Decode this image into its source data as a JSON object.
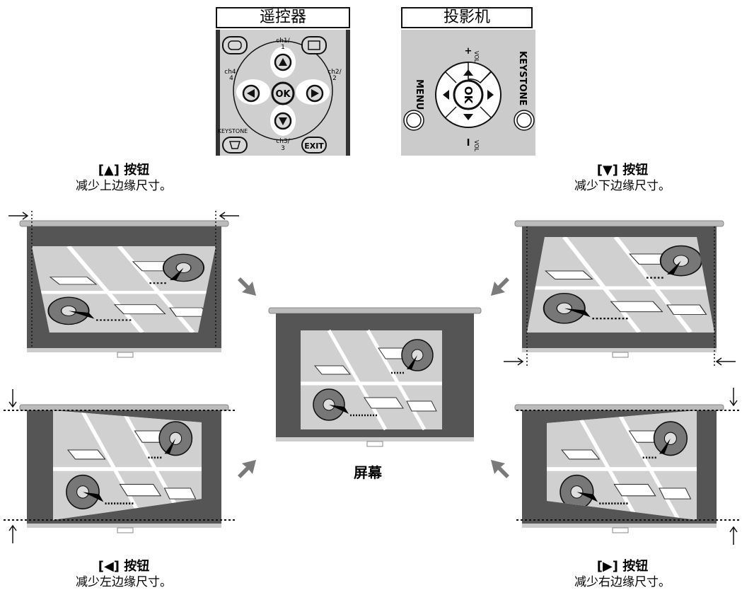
{
  "headers": {
    "remote": "遥控器",
    "projector": "投影机"
  },
  "remote": {
    "top_label": "ch1/\n1",
    "left_label": "ch4/\n4",
    "right_label": "ch2/\n2",
    "bottom_label": "ch3/\n3",
    "keystone": "KEYSTONE",
    "ok": "OK",
    "exit": "EXIT"
  },
  "projector": {
    "menu": "MENU",
    "keystone": "KEYSTONE",
    "vol_plus": "+VOL",
    "vol_minus": "I VOL",
    "ok": "OK"
  },
  "captions": {
    "up_title": "[▲] 按钮",
    "up_desc": "减少上边缘尺寸。",
    "down_title": "[▼] 按钮",
    "down_desc": "减少下边缘尺寸。",
    "left_title": "[◀] 按钮",
    "left_desc": "减少左边缘尺寸。",
    "right_title": "[▶] 按钮",
    "right_desc": "减少右边缘尺寸。",
    "center": "屏幕"
  }
}
